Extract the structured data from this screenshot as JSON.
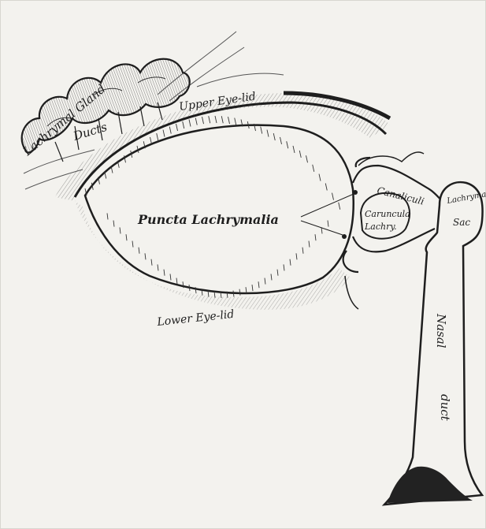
{
  "diagram": {
    "labels": {
      "lachrymal_gland": "Lachrymal Gland",
      "ducts": "Ducts",
      "upper_eyelid": "Upper Eye-lid",
      "lower_eyelid": "Lower Eye-lid",
      "puncta": "Puncta Lachrymalia",
      "canaliculi": "Canaliculi",
      "caruncula": "Caruncula",
      "caruncula_2": "Lachry.",
      "lachrymal_sac": "Lachrymal",
      "lachrymal_sac_2": "Sac",
      "nasal_duct_1": "Nasal",
      "nasal_duct_2": "duct"
    },
    "colors": {
      "ink": "#1e1e1e",
      "shade": "#4a4a4a",
      "paper": "#f3f2ee",
      "nasal_opening": "#222222"
    }
  }
}
